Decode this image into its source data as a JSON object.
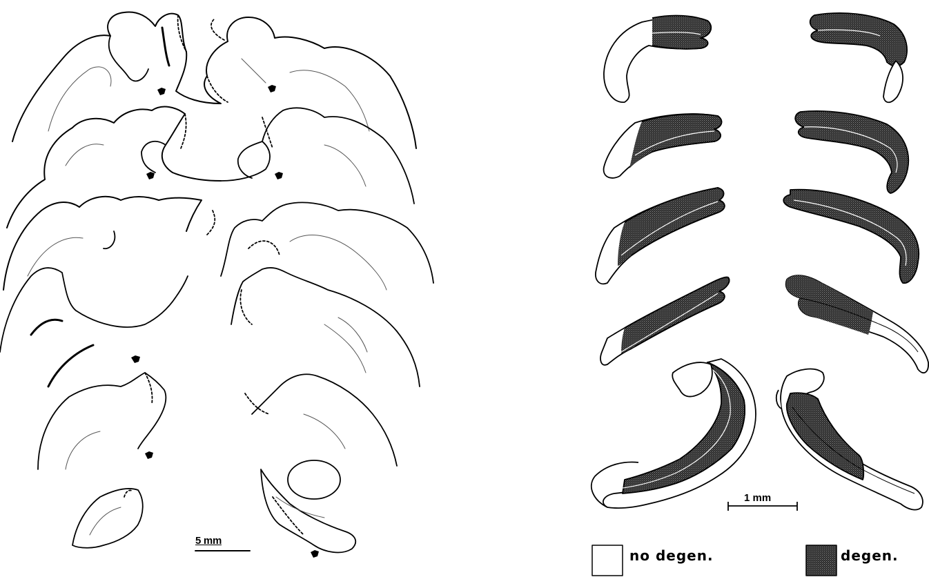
{
  "scale_bars": {
    "left": "5 mm",
    "right": "1 mm"
  },
  "legend": {
    "no_degen": "no degen.",
    "degen": "degen."
  },
  "colors": {
    "ink": "#000000",
    "degen_fill": "#3a3a3a",
    "paper": "#ffffff"
  }
}
